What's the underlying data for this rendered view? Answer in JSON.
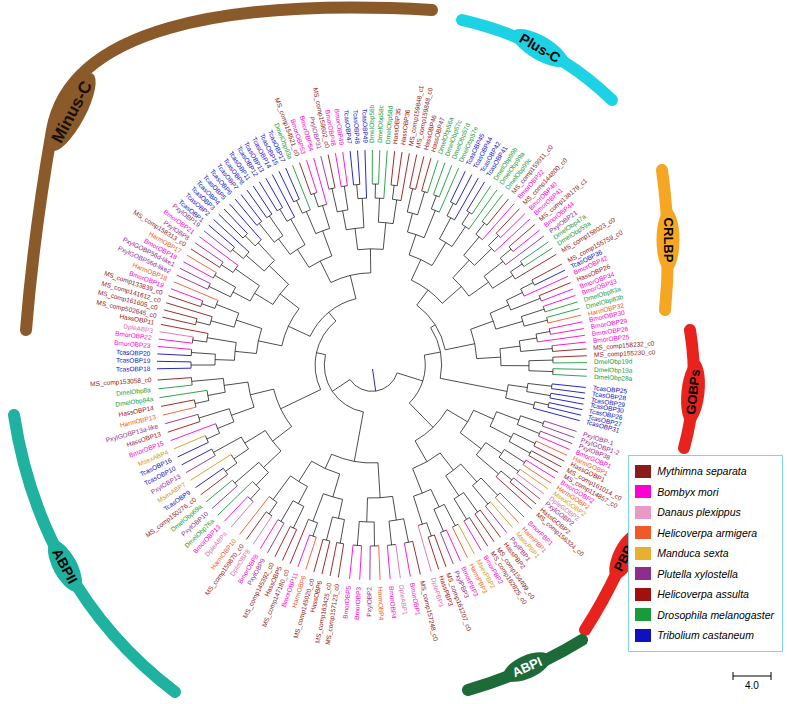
{
  "diagram": {
    "nodes": [
      {
        "text": [
          "Minus-C"
        ]
      },
      {
        "text": [
          "Plus-C"
        ]
      },
      {
        "text": [
          "CRLBP"
        ]
      },
      {
        "text": [
          "GOBPs"
        ]
      },
      {
        "text": [
          "PBPs"
        ]
      },
      {
        "text": [
          "ABPI"
        ]
      },
      {
        "text": [
          "ABPII"
        ]
      }
    ],
    "labels": [
      "MS_comp159848_c0",
      "HassOBP46",
      "HassOBP47",
      "DmelObp56a",
      "DmelObp57c",
      "DmelObp57d",
      "DmelObp57e",
      "TcasOBP45",
      "TcasOBP44",
      "TcasOBP42",
      "TcasOBP41",
      "DmelObp99b",
      "DmelObp99a",
      "DmelObp99c",
      "MS_comp159911_c0",
      "BmorOBP32",
      "MS_comp144800_c0",
      "BmorOBP40",
      "BmorOBP41",
      "MS_comp138179_c1",
      "BmorOBP44",
      "PxylOBP21",
      "DmelObp47a",
      "DmelObp59a",
      "MS_comp158023_c0",
      "MS_comp155759_c0",
      "TcasOBP36",
      "BmorOBP42",
      "HassOBP26",
      "BmorOBP34",
      "BmorOBP33",
      "DmelObp83a",
      "DmelObp83b",
      "HarmOBP32",
      "BmorOBP30",
      "BmorOBP29",
      "BmorOBP26",
      "BmorOBP25",
      "MS_comp158232_c0",
      "MS_comp155230_c0",
      "DmelObp19d",
      "DmelObp19a",
      "DmelObp28a",
      "TcasOBP25",
      "TcasOBP28",
      "TcasOBP29",
      "TcasOBP30",
      "TcasOBP26",
      "TcasOBP27",
      "TcasOBP31",
      "PxylOBP-1",
      "PxylGOBP1-2",
      "PxylOBP38",
      "BmorGOBP1",
      "HarmGOBP1",
      "HassGOBP1",
      "MS_comp161014_c0",
      "MS_comp114857_c0",
      "BmorGOBP2",
      "HarmGOBP2",
      "MsexGOBP2",
      "DpleGOBP2",
      "PxylGOBP2",
      "HassGOBP2",
      "MS_comp156324_c0",
      "BmorPBP1",
      "HarmPBP1",
      "MsexPBP1",
      "PxylPBP1",
      "HassPBP2",
      "MS_comp154499_c0",
      "MS_comp162825_c0",
      "BmorPBP2",
      "MsexPBP2",
      "HarmPBP3",
      "BmorPBP3",
      "PxylPBP3",
      "MS_comp161207_c0",
      "HassPBP3",
      "DplePBP3",
      "MS_comp157248_c0",
      "BmorOBP1",
      "DpleABP1",
      "BmorOBP4",
      "HarmOBP4",
      "PxylOBP2",
      "BmorOBP3",
      "BmorOBP5",
      "MS_comp157123_c0",
      "MS_comp163425_c0",
      "HassOBP6",
      "MS_comp145020_c0",
      "HarmOBP6",
      "BmorOBP11",
      "MS_comp147180_c0",
      "HassOBP5",
      "MS_comp145392_c0",
      "PxylOBP9",
      "BmorOBP8",
      "DpleOBP8",
      "MS_comp159870_c0",
      "HarmOBP10",
      "DpleABPII",
      "BmorOBP13",
      "DmelObp76a",
      "PxylOBP10",
      "DmelObp69a",
      "MS_comp150276_c0",
      "TcasOBP9",
      "MsexABP7",
      "PxylOBP13",
      "TcasOBP10",
      "TcasOBP16",
      "MsexABP4",
      "BmorOBP15",
      "HassOBP13",
      "PxylGOBP13a-like",
      "HarmOBP13",
      "HassOBP14",
      "DmelObp84a",
      "DmelObp8a",
      "MS_comp153058_c0",
      "TcasOBP18",
      "TcasOBP19",
      "TcasOBP20",
      "BmorOBP23",
      "BmorOBP22",
      "DpleABP3",
      "HassOBP11",
      "MS_comp502645_c0",
      "MS_comp161605_c0",
      "MS_comp141612_c0",
      "MS_comp133839_c0",
      "BmorOBP19",
      "HarmOBP18",
      "PxylGOBP56d-like2",
      "PxylGOBP56d-like1",
      "BmorOBP18",
      "HarmOBP17",
      "MS_comp158313_c0",
      "PxylOBP8",
      "BmorOBP21",
      "PxylOBP19",
      "TcasOBP1",
      "TcasOBP2",
      "TcasOBP3",
      "TcasOBP4",
      "TcasOBP5",
      "TcasOBP6",
      "TcasOBP7",
      "TcasOBP8",
      "TcasOBP11",
      "TcasOBP12",
      "TcasOBP13",
      "TcasOBP14",
      "TcasOBP15",
      "TcasOBP17",
      "DmelObp93a",
      "MS_comp154521_c0",
      "BmorOBP53",
      "BmorOBP54",
      "PxylOBP31",
      "MS_comp159602_c0",
      "BmorOBP48",
      "BmorOBP49",
      "TcasOBP47",
      "TcasOBP48",
      "TcasOBP49",
      "DmelObp58b",
      "DmelObp58c",
      "DmelObp58d",
      "HassOBP35",
      "HassOBP36",
      "MS_comp159848_c1",
      "4.0"
    ],
    "legend": [
      {
        "text": "Mythimna separata",
        "color": "#8b1a1a"
      },
      {
        "text": "Bombyx mori",
        "color": "#ff00d0"
      },
      {
        "text": "Danaus plexippus",
        "color": "#e899c8"
      },
      {
        "text": "Helicoverpa armigera",
        "color": "#f05a28"
      },
      {
        "text": "Manduca sexta",
        "color": "#e8b030"
      },
      {
        "text": "Plutella xylostella",
        "color": "#8e2d8e"
      },
      {
        "text": "Helicoverpa assulta",
        "color": "#a01010"
      },
      {
        "text": "Drosophila melanogaster",
        "color": "#1a9a3a"
      },
      {
        "text": "Tribolium castaneum",
        "color": "#1010c0"
      }
    ]
  }
}
